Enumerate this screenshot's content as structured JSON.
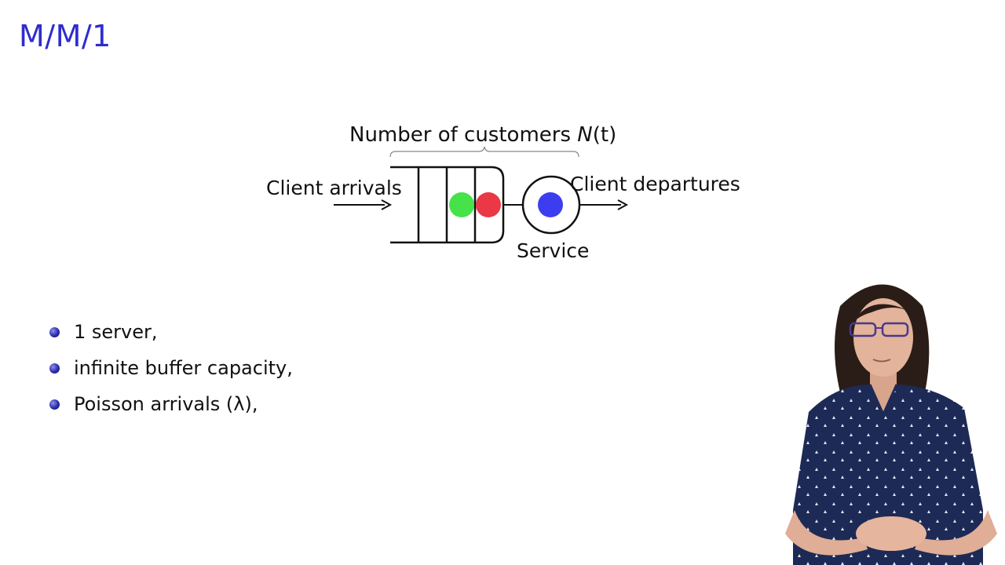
{
  "slide": {
    "title": "M/M/1"
  },
  "diagram": {
    "brace_label_prefix": "Number of customers ",
    "brace_label_var": "N",
    "brace_label_arg": "(t)",
    "arrivals_label": "Client arrivals",
    "departures_label": "Client departures",
    "service_label": "Service",
    "colors": {
      "queued_customer_1": "#46e24a",
      "queued_customer_2": "#ea3846",
      "served_customer": "#3d3df0"
    }
  },
  "bullets": [
    {
      "text": "1 server,"
    },
    {
      "text": "infinite buffer capacity,"
    },
    {
      "text": "Poisson arrivals (λ),"
    }
  ]
}
